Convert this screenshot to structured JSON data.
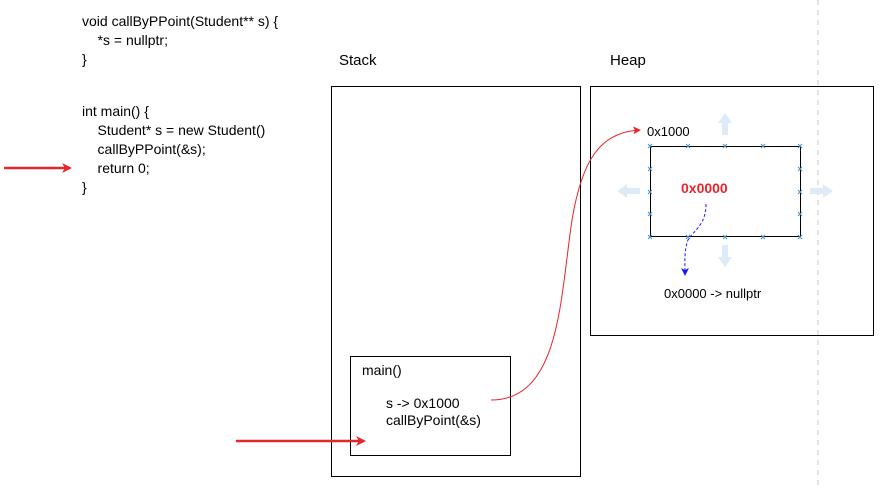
{
  "code": {
    "lines": [
      "void callByPPoint(Student** s) {",
      "    *s = nullptr;",
      "}",
      "",
      "int main() {",
      "    Student* s = new Student()",
      "    callByPPoint(&s);",
      "    return 0;",
      "}"
    ]
  },
  "stack": {
    "title": "Stack",
    "frame": {
      "name": "main()",
      "var_line": "s -> 0x1000",
      "call_line": "callByPoint(&s)"
    }
  },
  "heap": {
    "title": "Heap",
    "address": "0x1000",
    "value": "0x0000",
    "annotation": "0x0000 -> nullptr"
  },
  "colors": {
    "arrow_red": "#e8242c",
    "curve_red": "#e8242c",
    "value_red": "#e8242c",
    "arrow_blue": "#1a1aff",
    "handle_blue": "#4a90c8",
    "hint_arrow": "#dcebf7",
    "guide_line": "#c8c8c8"
  }
}
